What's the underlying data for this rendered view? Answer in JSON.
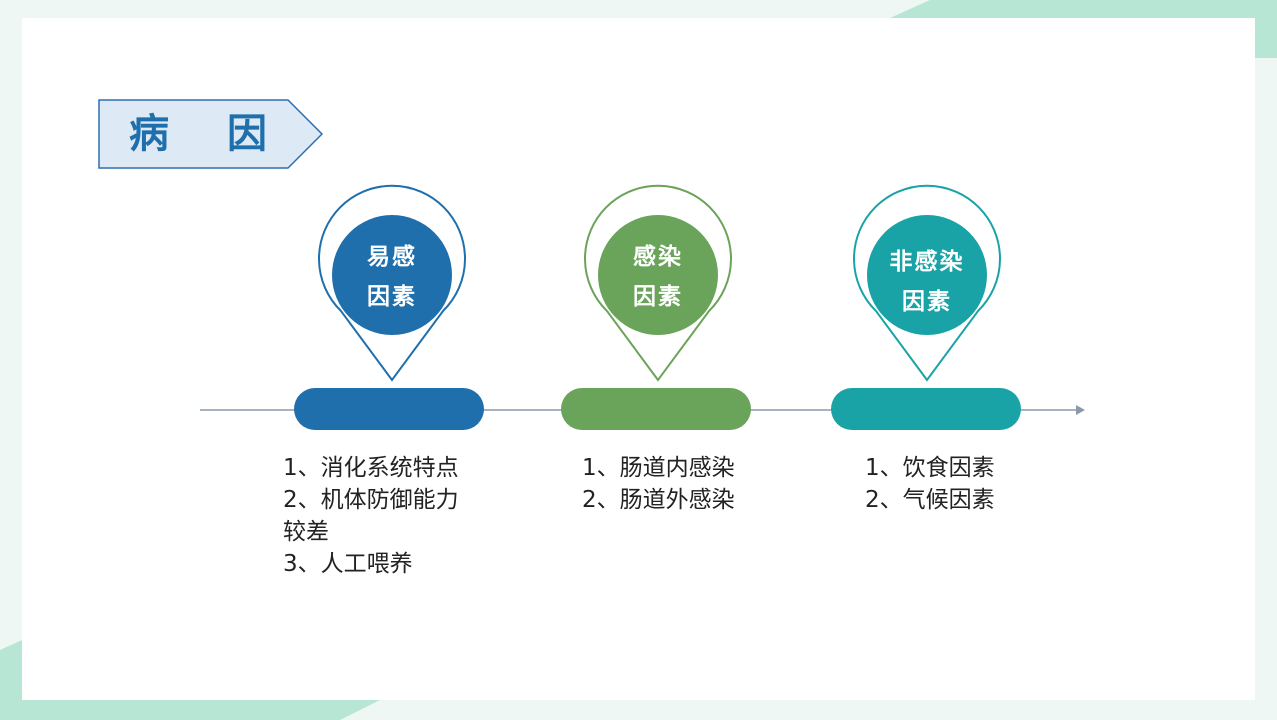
{
  "title": "病 因",
  "colors": {
    "blue": "#1f6fad",
    "green": "#6aa35a",
    "teal": "#1aa3a7",
    "axis": "#8a9aa8",
    "banner_fill": "#dde9f5",
    "banner_stroke": "#2e6fb0",
    "bg_accent": "#b7e6d4"
  },
  "pins": [
    {
      "label_lines": [
        "易感",
        "因素"
      ],
      "color": "#1f6fad",
      "items": [
        "1、消化系统特点",
        "2、机体防御能力",
        "较差",
        "3、人工喂养"
      ]
    },
    {
      "label_lines": [
        "感染",
        "因素"
      ],
      "color": "#6aa35a",
      "items": [
        "1、肠道内感染",
        "2、肠道外感染"
      ]
    },
    {
      "label_lines": [
        "非感染",
        "因素"
      ],
      "color": "#1aa3a7",
      "items": [
        "1、饮食因素",
        "2、气候因素"
      ]
    }
  ]
}
